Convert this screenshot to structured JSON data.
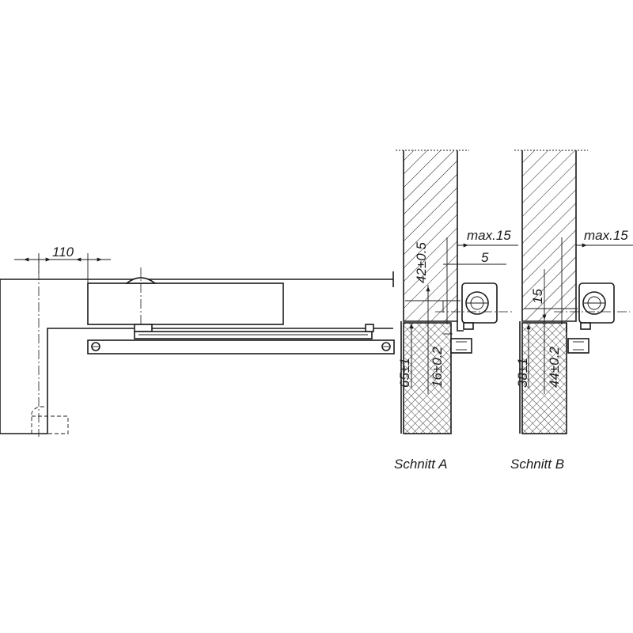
{
  "dimensions": {
    "offset_110": "110",
    "section_a": {
      "max": "max.15",
      "five": "5",
      "d42": "42±0.5",
      "d65": "65±1",
      "d16": "16±0.2"
    },
    "section_b": {
      "max": "max.15",
      "d15": "15",
      "d38": "38±1",
      "d44": "44±0.2"
    }
  },
  "captions": {
    "section_a": "Schnitt A",
    "section_b": "Schnitt B"
  }
}
